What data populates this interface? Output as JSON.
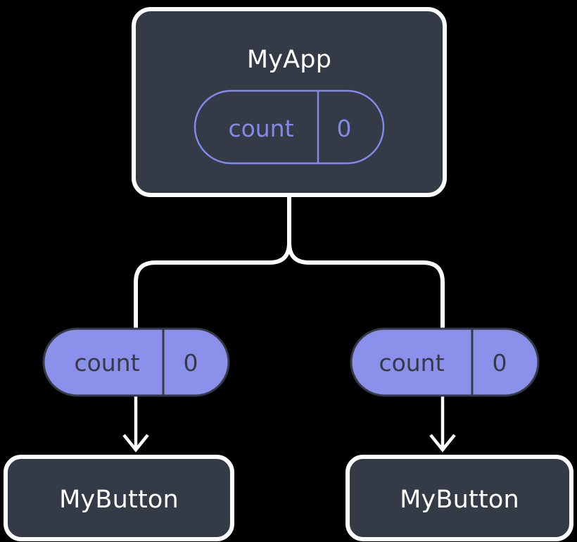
{
  "diagram": {
    "type": "component-state-tree",
    "background_color": "#000000",
    "colors": {
      "node_fill": "#343a46",
      "node_border": "#ffffff",
      "node_text": "#ffffff",
      "accent_purple": "#8289ea",
      "pill_filled_fill": "#8b90ea",
      "pill_filled_text": "#343a46",
      "pill_outline_text": "#8289ea",
      "edge": "#ffffff"
    },
    "nodes": {
      "root": {
        "label": "MyApp",
        "state_pill": {
          "key": "count",
          "value": "0",
          "style": "outline"
        }
      },
      "children": [
        {
          "label": "MyButton",
          "state_pill": {
            "key": "count",
            "value": "0",
            "style": "filled"
          }
        },
        {
          "label": "MyButton",
          "state_pill": {
            "key": "count",
            "value": "0",
            "style": "filled"
          }
        }
      ]
    },
    "edges": [
      {
        "from": "root",
        "to": "pill-left",
        "style": "elbow"
      },
      {
        "from": "root",
        "to": "pill-right",
        "style": "elbow"
      },
      {
        "from": "pill-left",
        "to": "button-left",
        "style": "arrow"
      },
      {
        "from": "pill-right",
        "to": "button-right",
        "style": "arrow"
      }
    ]
  }
}
